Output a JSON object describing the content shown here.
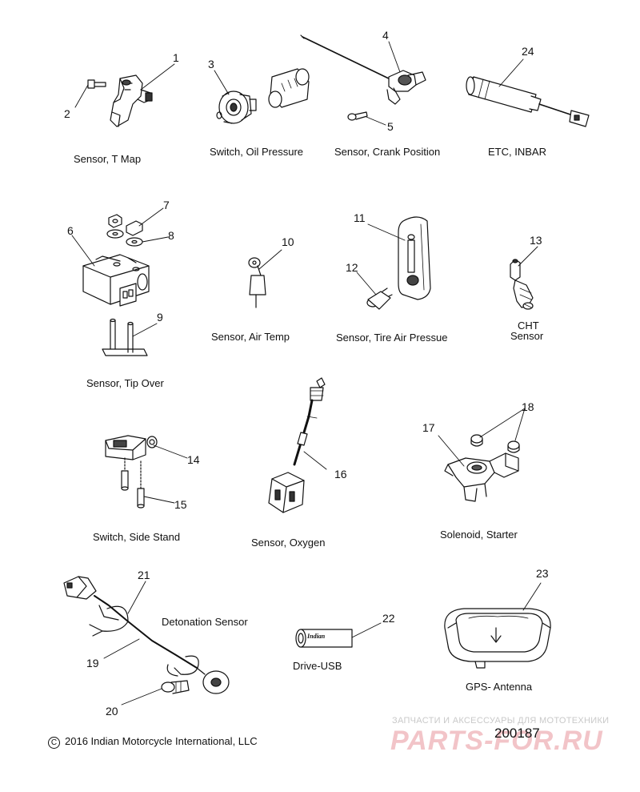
{
  "parts": [
    {
      "number": "1",
      "name": ""
    },
    {
      "number": "2",
      "name": ""
    },
    {
      "number": "3",
      "name": ""
    },
    {
      "number": "4",
      "name": ""
    },
    {
      "number": "5",
      "name": ""
    },
    {
      "number": "6",
      "name": ""
    },
    {
      "number": "7",
      "name": ""
    },
    {
      "number": "8",
      "name": ""
    },
    {
      "number": "9",
      "name": ""
    },
    {
      "number": "10",
      "name": ""
    },
    {
      "number": "11",
      "name": ""
    },
    {
      "number": "12",
      "name": ""
    },
    {
      "number": "13",
      "name": ""
    },
    {
      "number": "14",
      "name": ""
    },
    {
      "number": "15",
      "name": ""
    },
    {
      "number": "16",
      "name": ""
    },
    {
      "number": "17",
      "name": ""
    },
    {
      "number": "18",
      "name": ""
    },
    {
      "number": "19",
      "name": ""
    },
    {
      "number": "20",
      "name": ""
    },
    {
      "number": "21",
      "name": ""
    },
    {
      "number": "22",
      "name": ""
    },
    {
      "number": "23",
      "name": ""
    },
    {
      "number": "24",
      "name": ""
    }
  ],
  "labels": {
    "t_map": "Sensor, T Map",
    "oil_pressure": "Switch, Oil Pressure",
    "crank_position": "Sensor, Crank Position",
    "etc_inbar": "ETC, INBAR",
    "tip_over": "Sensor, Tip Over",
    "air_temp": "Sensor, Air Temp",
    "tire_air": "Sensor, Tire Air Pressue",
    "cht_1": "CHT",
    "cht_2": "Sensor",
    "side_stand": "Switch, Side Stand",
    "oxygen": "Sensor, Oxygen",
    "starter": "Solenoid, Starter",
    "detonation": "Detonation Sensor",
    "drive_usb": "Drive-USB",
    "gps": "GPS- Antenna"
  },
  "usb_logo_text": "Indian",
  "copyright": "2016 Indian Motorcycle International, LLC",
  "copyright_symbol": "C",
  "diagram_number": "200187",
  "watermark": {
    "tagline": "ЗАПЧАСТИ И АКСЕССУАРЫ ДЛЯ МОТОТЕХНИКИ",
    "brand": "PARTS-FOR.RU"
  }
}
